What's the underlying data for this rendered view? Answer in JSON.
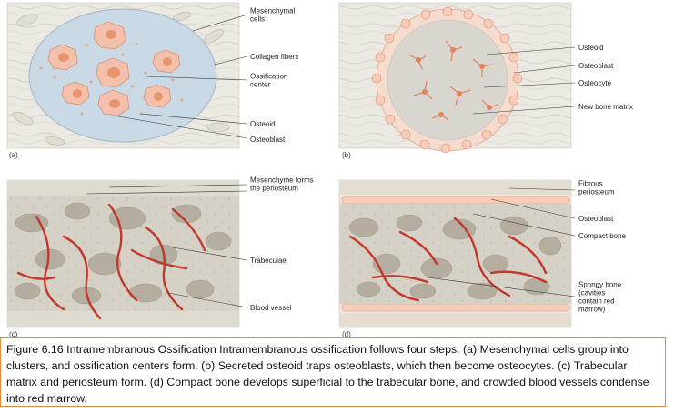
{
  "panels": {
    "a": {
      "letter": "(a)",
      "labels": [
        "Mesenchymal cells",
        "Collagen fibers",
        "Ossification center",
        "Osteoid",
        "Osteoblast"
      ]
    },
    "b": {
      "letter": "(b)",
      "labels": [
        "Osteoid",
        "Osteoblast",
        "Osteocyte",
        "New bone matrix"
      ]
    },
    "c": {
      "letter": "(c)",
      "labels": [
        "Mesenchyme forms the periosteum",
        "Trabeculae",
        "Blood vessel"
      ]
    },
    "d": {
      "letter": "(d)",
      "labels": [
        "Fibrous periosteum",
        "Osteoblast",
        "Compact bone",
        "Spongy bone (cavities contain red marrow)"
      ]
    }
  },
  "caption": "Figure 6.16 Intramembranous Ossification Intramembranous ossification follows four steps. (a) Mesenchymal cells group into clusters, and ossification centers form. (b) Secreted osteoid traps osteoblasts, which then become osteocytes. (c) Trabecular matrix and periosteum form. (d) Compact bone develops superficial to the trabecular bone, and crowded blood vessels condense into red marrow.",
  "colors": {
    "tissue": "#ece9e2",
    "osteoid": "#c9d9e6",
    "cell": "#f3c1ab",
    "nucleus": "#e8956f",
    "vessel": "#c0392b",
    "bone": "#d6d1c6",
    "caption_border": "#e08a3c"
  }
}
